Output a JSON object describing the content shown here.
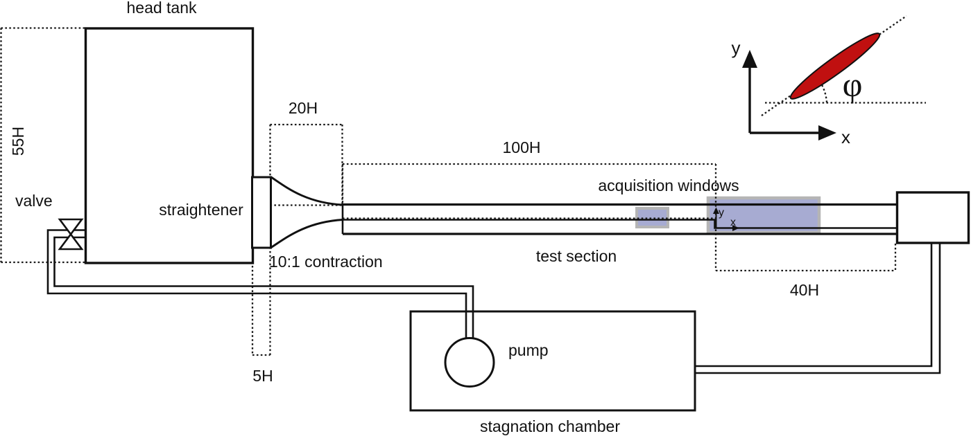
{
  "figure": {
    "labels": {
      "head_tank": "head tank",
      "tank_height": "55H",
      "valve": "valve",
      "straightener": "straightener",
      "contraction_length": "20H",
      "contraction_ratio": "10:1 contraction",
      "straightener_length": "5H",
      "test_section_length": "100H",
      "acquisition_windows": "acquisition windows",
      "test_section": "test section",
      "acquisition_length": "40H",
      "pump": "pump",
      "stagnation_chamber": "stagnation chamber"
    },
    "inset": {
      "y_axis_label": "y",
      "x_axis_label": "x",
      "pitch_angle_symbol": "φ"
    },
    "origin_axes": {
      "y_axis_label": "y",
      "x_axis_label": "x"
    },
    "colors": {
      "line": "#111111",
      "foil_red": "#c01010",
      "window_fill": "#a7abd2",
      "window_border": "#b5b5b5"
    }
  }
}
